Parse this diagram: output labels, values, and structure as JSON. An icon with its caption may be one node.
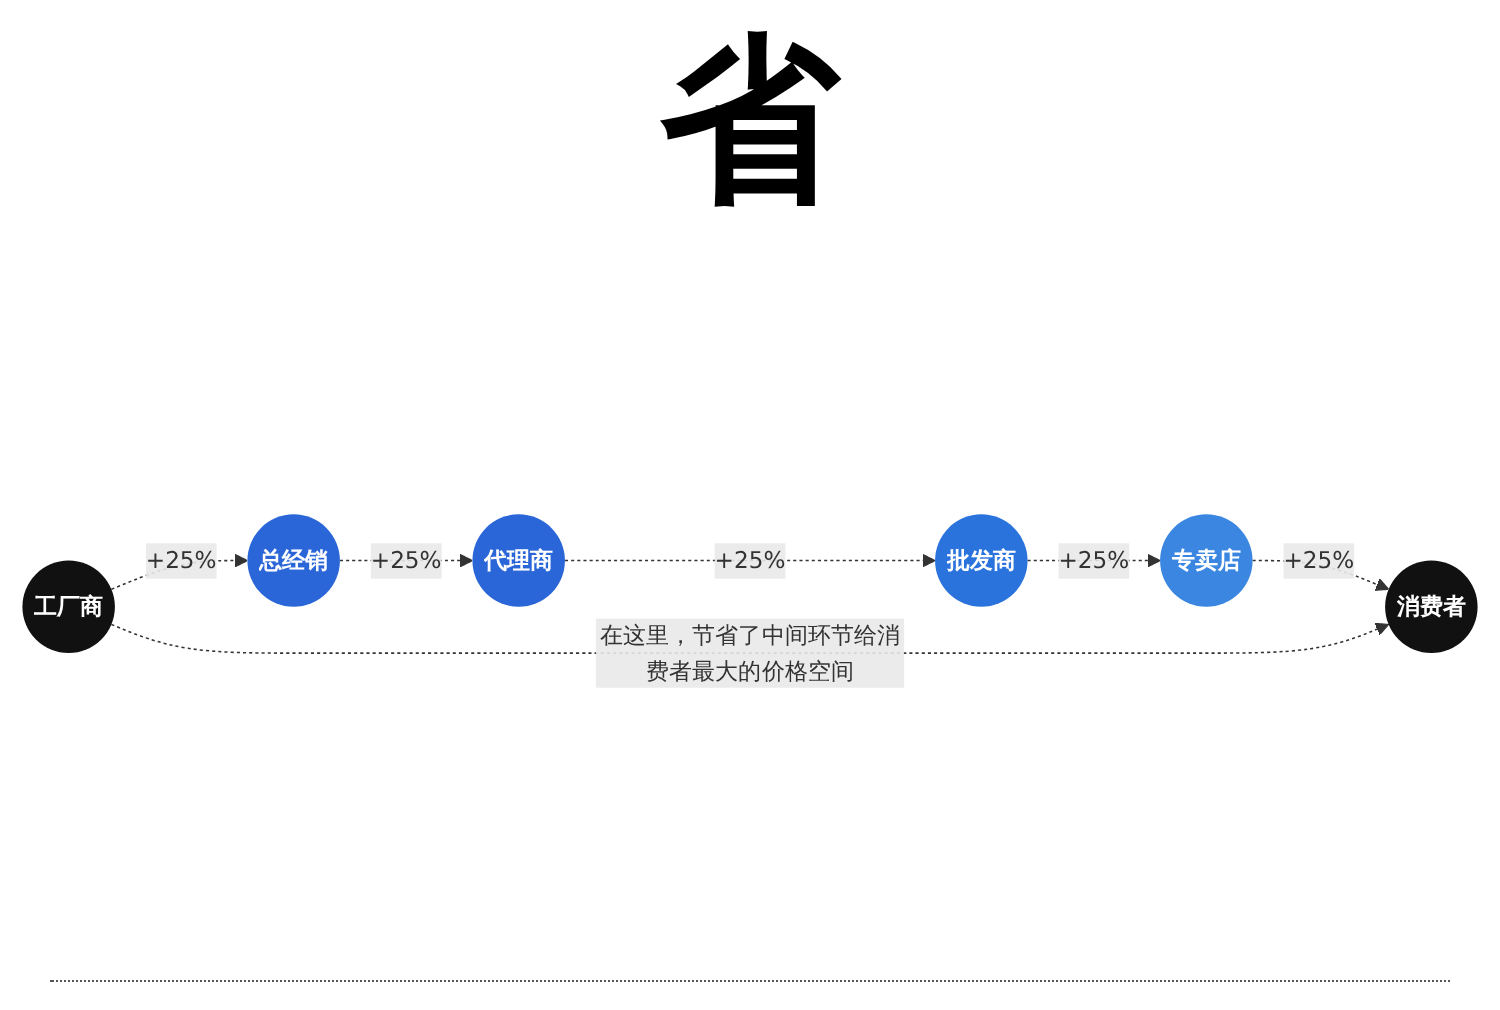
{
  "diagram": {
    "nodes": [
      {
        "text": [
          "工厂商"
        ]
      },
      {
        "text": [
          "总经销"
        ]
      },
      {
        "text": [
          "代理商"
        ]
      },
      {
        "text": [
          "批发商"
        ]
      },
      {
        "text": [
          "专卖店"
        ]
      },
      {
        "text": [
          "消费者"
        ]
      }
    ],
    "edges": [
      {
        "from": 0,
        "to": 1,
        "arrow": "to",
        "label": "+25%",
        "style": "dashed"
      },
      {
        "from": 1,
        "to": 2,
        "arrow": "to",
        "label": "+25%",
        "style": "dashed"
      },
      {
        "from": 2,
        "to": 3,
        "arrow": "to",
        "label": "+25%",
        "style": "dashed"
      },
      {
        "from": 3,
        "to": 4,
        "arrow": "to",
        "label": "+25%",
        "style": "dashed"
      },
      {
        "from": 4,
        "to": 5,
        "arrow": "to",
        "label": "+25%",
        "style": "dashed"
      },
      {
        "from": 0,
        "to": 5,
        "arrow": "to",
        "label": "在这里，节省了中间环节给消费者最大的价格空间",
        "style": "dashed"
      }
    ],
    "labels": [
      "省"
    ]
  }
}
